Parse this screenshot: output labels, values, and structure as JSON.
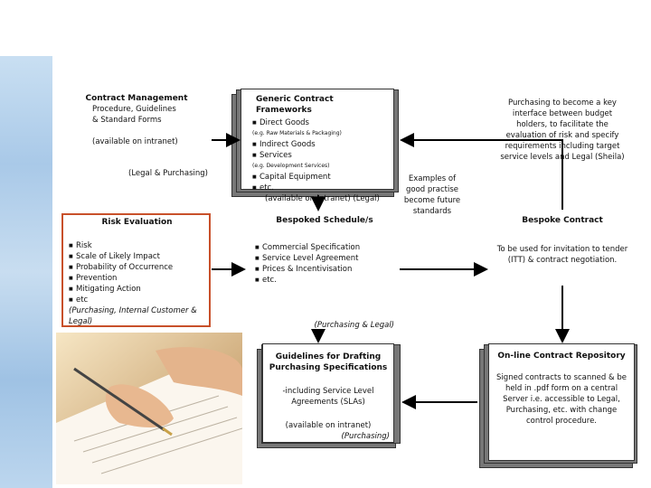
{
  "contract_management": {
    "title": "Contract Management",
    "line1": "Procedure, Guidelines",
    "line2": "& Standard Forms",
    "avail": "(available on intranet)",
    "owner": "(Legal & Purchasing)"
  },
  "generic_frameworks": {
    "title": "Generic Contract Frameworks",
    "item1": "Direct Goods",
    "note1": "(e.g. Raw Materials & Packaging)",
    "item2": "Indirect Goods",
    "item3": "Services",
    "note2": "(e.g. Development Services)",
    "item4": "Capital Equipment",
    "item5": "etc.",
    "avail": "(available on intranet) (Legal)"
  },
  "purchasing_note": "Purchasing to become a key interface between budget holders, to facilitate the evaluation of risk and specify requirements including target service levels and Legal (Sheila)",
  "examples_note": "Examples of good practise become future standards",
  "risk_evaluation": {
    "title": "Risk Evaluation",
    "items": [
      "Risk",
      "Scale of Likely Impact",
      "Probability of Occurrence",
      "Prevention",
      "Mitigating Action",
      "etc"
    ],
    "owner": "(Purchasing, Internal Customer & Legal)"
  },
  "bespoked_schedules": {
    "title": "Bespoked Schedule/s",
    "items": [
      "Commercial Specification",
      "Service Level Agreement",
      "Prices & Incentivisation",
      "etc."
    ],
    "owner": "(Purchasing & Legal)"
  },
  "bespoke_contract": {
    "title": "Bespoke Contract",
    "body": "To be used for invitation to tender (ITT) & contract negotiation."
  },
  "guidelines": {
    "title": "Guidelines for Drafting Purchasing Specifications",
    "body": "-including Service Level Agreements (SLAs)",
    "avail": "(available on intranet)",
    "owner": "(Purchasing)"
  },
  "repository": {
    "title": "On-line Contract Repository",
    "body": "Signed contracts to scanned & be held in .pdf form on a central Server i.e. accessible to Legal, Purchasing, etc. with change control procedure."
  },
  "colors": {
    "risk_border": "#c8502a",
    "arrow": "#000000",
    "shadow": "#777777"
  }
}
